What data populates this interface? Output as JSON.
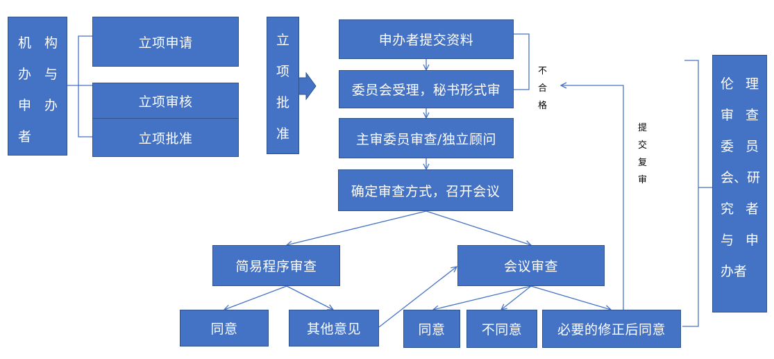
{
  "left_group": {
    "side_label": [
      "机",
      "构",
      "办",
      "与",
      "申",
      "办",
      "者"
    ],
    "items": [
      "立项申请",
      "立项审核",
      "立项批准"
    ]
  },
  "approval_label": [
    "立",
    "项",
    "批",
    "准"
  ],
  "flow": {
    "submit": "申办者提交资料",
    "accept": "委员会受理，秘书形式审",
    "review": "主审委员审查/独立顾问",
    "method": "确定审查方式，召开会议",
    "simple": "简易程序审查",
    "meeting": "会议审查",
    "agree1": "同意",
    "other": "其他意见",
    "agree2": "同意",
    "disagree": "不同意",
    "amend": "必要的修正后同意"
  },
  "notes": {
    "unqualified": [
      "不",
      "合",
      "格"
    ],
    "resubmit": [
      "提",
      "交",
      "复",
      "审"
    ]
  },
  "right_label": [
    "伦",
    "理",
    "审",
    "查",
    "委",
    "员",
    "会、研",
    "究",
    "者",
    "与",
    "申",
    "办者"
  ]
}
